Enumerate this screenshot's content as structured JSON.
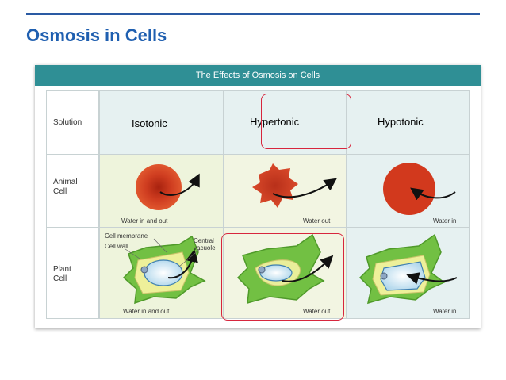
{
  "slide": {
    "title": "Osmosis in Cells"
  },
  "figure": {
    "banner": "The Effects of Osmosis on Cells",
    "row_labels": {
      "solution": "Solution",
      "animal": [
        "Animal",
        "Cell"
      ],
      "plant": [
        "Plant",
        "Cell"
      ]
    },
    "columns": [
      {
        "heading": "Isotonic",
        "animal_caption": "Water in and out",
        "plant_caption": "Water in and out"
      },
      {
        "heading": "Hypertonic",
        "animal_caption": "Water out",
        "plant_caption": "Water out"
      },
      {
        "heading": "Hypotonic",
        "animal_caption": "Water in",
        "plant_caption": "Water in"
      }
    ],
    "plant_labels": {
      "membrane": "Cell membrane",
      "wall": "Cell wall",
      "vacuole": [
        "Central",
        "vacuole"
      ]
    }
  },
  "colors": {
    "accent_title": "#1f5fb0",
    "banner": "#2f8f95",
    "highlight": "#d7263d",
    "blood_cell": "#c8321c",
    "plant_cell": "#6cbf3a"
  }
}
